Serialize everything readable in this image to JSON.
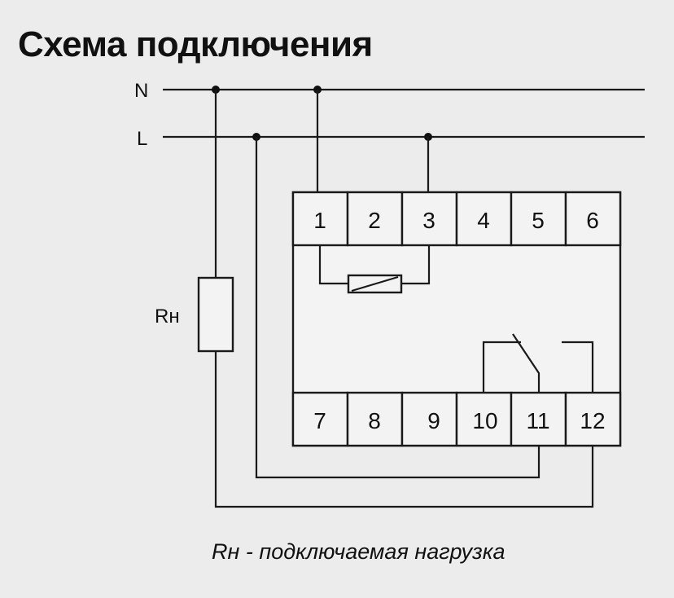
{
  "title": "Схема подключения",
  "caption": "Rн - подключаемая нагрузка",
  "lines": {
    "neutral": "N",
    "phase": "L"
  },
  "load_label": "Rн",
  "terminals_top": [
    "1",
    "2",
    "3",
    "4",
    "5",
    "6"
  ],
  "terminals_bottom": [
    "7",
    "8",
    "9",
    "10",
    "11",
    "12"
  ]
}
